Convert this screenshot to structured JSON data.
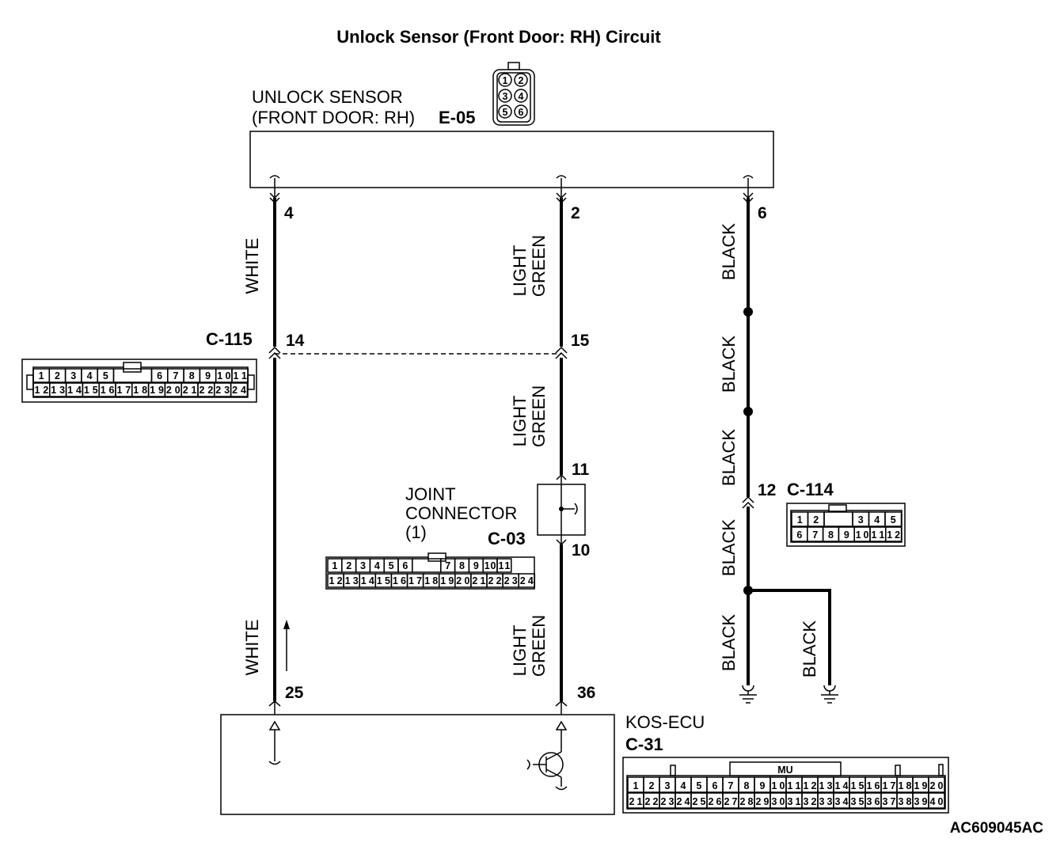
{
  "title": "Unlock Sensor (Front Door: RH) Circuit",
  "figure_id": "AC609045AC",
  "sensor": {
    "line1": "UNLOCK SENSOR",
    "line2": "(FRONT DOOR: RH)",
    "code": "E-05",
    "pins": [
      "1",
      "2",
      "3",
      "4",
      "5",
      "6"
    ]
  },
  "ecu": {
    "name": "KOS-ECU",
    "code": "C-31",
    "key_label": "MU",
    "row1": [
      "1",
      "2",
      "3",
      "4",
      "5",
      "6",
      "7",
      "8",
      "9",
      "10",
      "11",
      "12",
      "13",
      "14",
      "15",
      "16",
      "17",
      "18",
      "19",
      "20"
    ],
    "row2": [
      "21",
      "22",
      "23",
      "24",
      "25",
      "26",
      "27",
      "28",
      "29",
      "30",
      "31",
      "32",
      "33",
      "34",
      "35",
      "36",
      "37",
      "38",
      "39",
      "40"
    ]
  },
  "c115": {
    "code": "C-115",
    "row1": [
      "1",
      "2",
      "3",
      "4",
      "5",
      "",
      "6",
      "7",
      "8",
      "9",
      "10",
      "11"
    ],
    "row2": [
      "12",
      "13",
      "14",
      "15",
      "16",
      "17",
      "18",
      "19",
      "20",
      "21",
      "22",
      "23",
      "24"
    ]
  },
  "c03": {
    "line1": "JOINT",
    "line2": "CONNECTOR",
    "line3": "(1)",
    "code": "C-03",
    "row1": [
      "1",
      "2",
      "3",
      "4",
      "5",
      "6",
      "",
      "7",
      "8",
      "9",
      "10",
      "11"
    ],
    "row2": [
      "12",
      "13",
      "14",
      "15",
      "16",
      "17",
      "18",
      "19",
      "20",
      "21",
      "22",
      "23",
      "24"
    ]
  },
  "c114": {
    "code": "C-114",
    "row1": [
      "1",
      "2",
      "",
      "3",
      "4",
      "5"
    ],
    "row2": [
      "6",
      "7",
      "8",
      "9",
      "10",
      "11",
      "12"
    ]
  },
  "pins": {
    "sensor_white": "4",
    "sensor_green": "2",
    "sensor_black": "6",
    "c115_white": "14",
    "c115_green": "15",
    "c03_in": "11",
    "c03_out": "10",
    "c114_black": "12",
    "ecu_white": "25",
    "ecu_green": "36"
  },
  "wires": {
    "white": "WHITE",
    "light": "LIGHT",
    "green": "GREEN",
    "black": "BLACK"
  }
}
